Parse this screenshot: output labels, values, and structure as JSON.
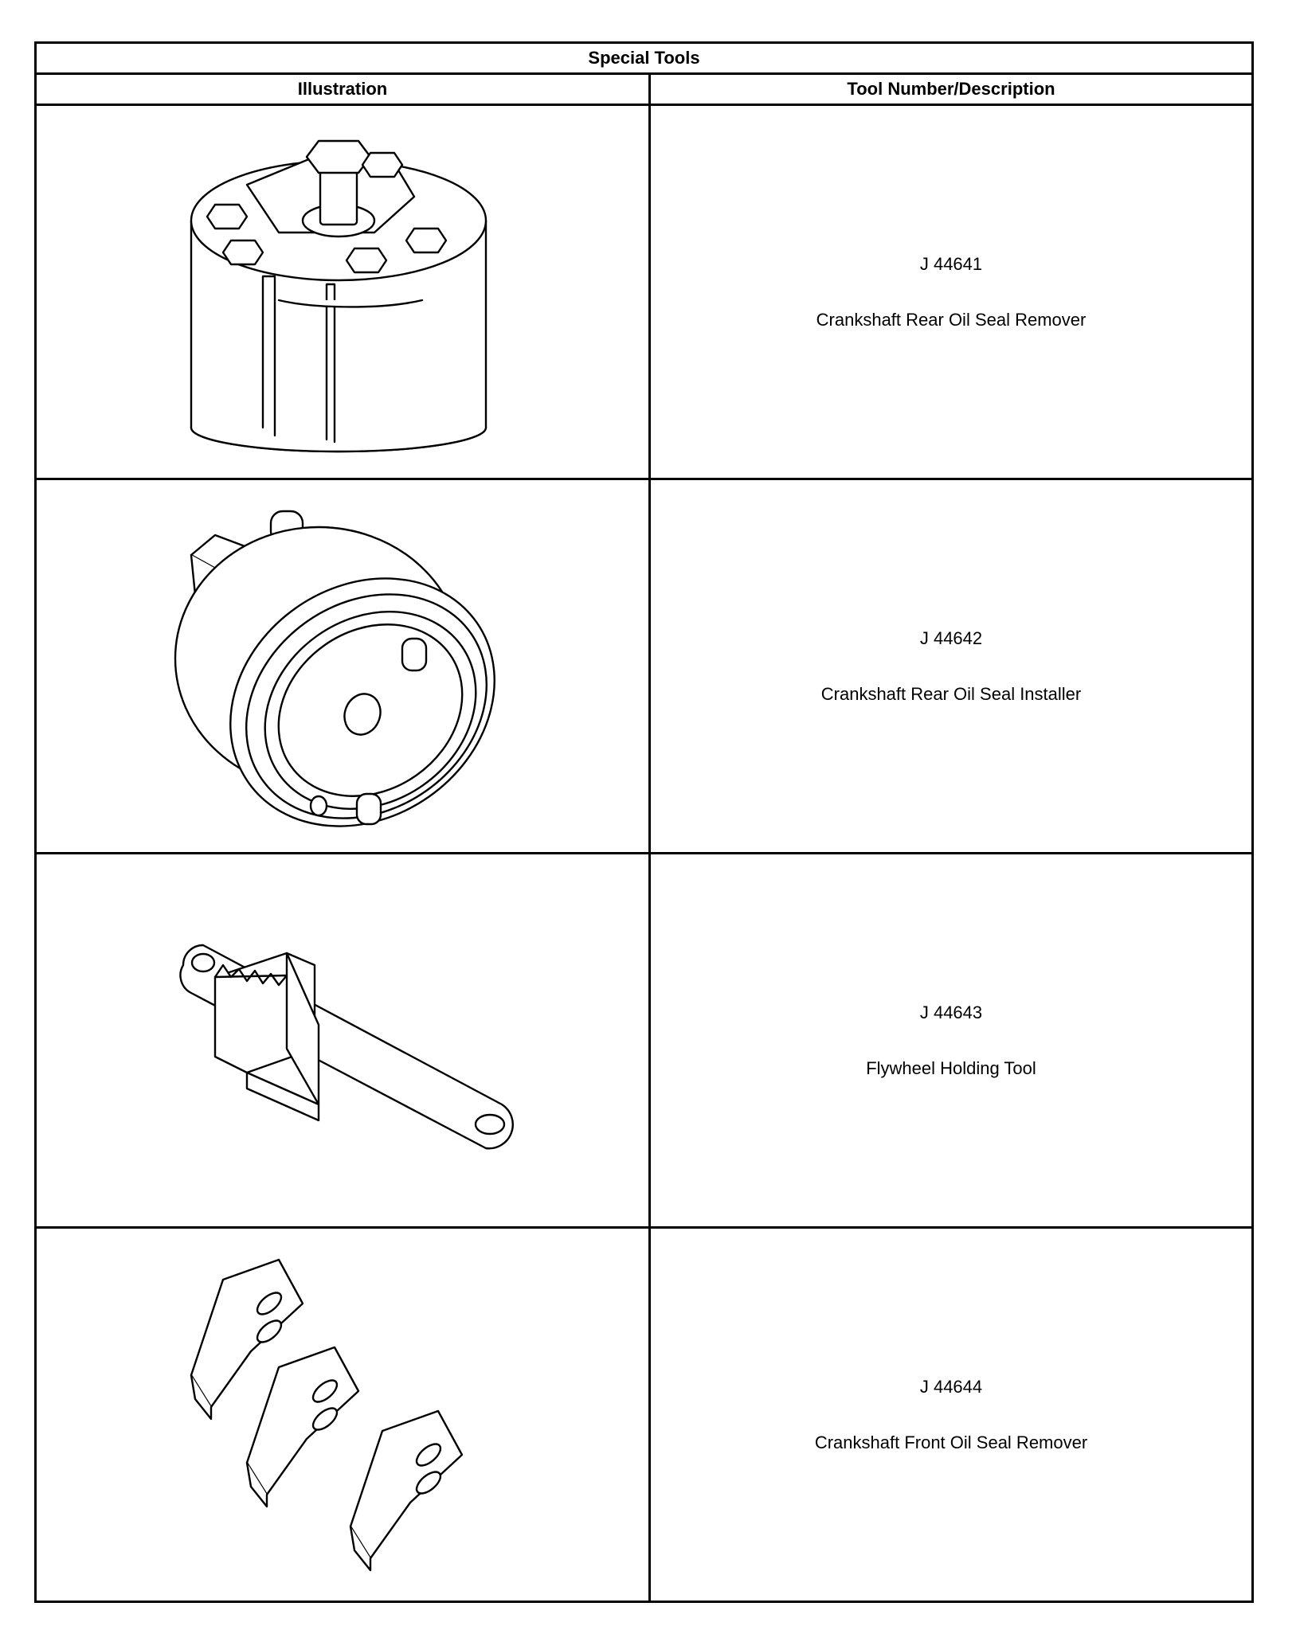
{
  "table": {
    "title": "Special Tools",
    "headers": {
      "illustration": "Illustration",
      "tool": "Tool Number/Description"
    },
    "rows": [
      {
        "number": "J 44641",
        "description": "Crankshaft Rear Oil Seal Remover"
      },
      {
        "number": "J 44642",
        "description": "Crankshaft Rear Oil Seal Installer"
      },
      {
        "number": "J 44643",
        "description": "Flywheel Holding Tool"
      },
      {
        "number": "J 44644",
        "description": "Crankshaft Front Oil Seal Remover"
      }
    ]
  }
}
